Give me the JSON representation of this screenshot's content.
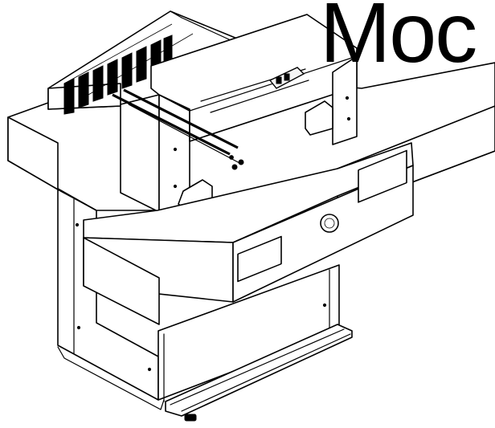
{
  "heading": {
    "text": "Moc"
  },
  "illustration": {
    "subject": "paper-cutting-machine",
    "style": "black-line-drawing",
    "colors": {
      "line": "#000000",
      "background": "#ffffff"
    }
  }
}
